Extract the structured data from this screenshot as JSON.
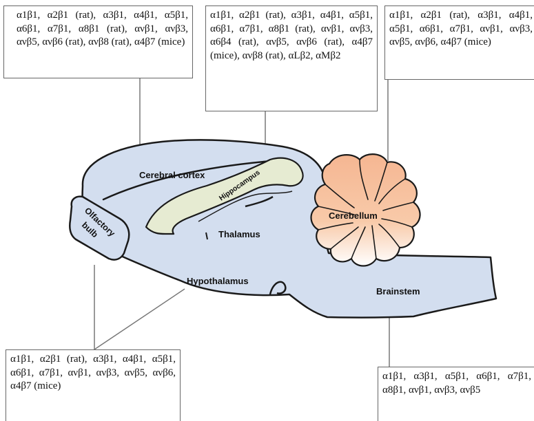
{
  "regions": {
    "cerebral_cortex": "Cerebral cortex",
    "hippocampus": "Hippocampus",
    "olfactory_bulb_line1": "Olfactory",
    "olfactory_bulb_line2": "bulb",
    "thalamus": "Thalamus",
    "cerebellum": "Cerebellum",
    "hypothalamus": "Hypothalamus",
    "brainstem": "Brainstem"
  },
  "boxes": {
    "cortex": "α1β1, α2β1 (rat), α3β1, α4β1, α5β1, α6β1, α7β1, α8β1 (rat), ανβ1, ανβ3, ανβ5, ανβ6 (rat), ανβ8 (rat), α4β7 (mice)",
    "hippocampus": "α1β1, α2β1 (rat), α3β1, α4β1, α5β1, α6β1, α7β1, α8β1 (rat), ανβ1, ανβ3, α6β4 (rat), ανβ5, ανβ6 (rat), α4β7 (mice), ανβ8 (rat), αLβ2, αMβ2",
    "cerebellum": "α1β1, α2β1 (rat), α3β1, α4β1, α5β1, α6β1, α7β1, ανβ1, ανβ3, ανβ5, ανβ6, α4β7 (mice)",
    "hypothalamus": "α1β1, α2β1 (rat), α3β1, α4β1, α5β1, α6β1, α7β1, ανβ1, ανβ3, ανβ5, ανβ6, α4β7 (mice)",
    "brainstem": "α1β1, α3β1, α5β1, α6β1, α7β1, α8β1, ανβ1, ανβ3, ανβ5"
  },
  "colors": {
    "brain_fill": "#d3deef",
    "outline": "#1a1a1a",
    "hippocampus_fill": "#e6ebd2",
    "cerebellum_top": "#f5b692",
    "cerebellum_bottom": "#ffffff",
    "leader_line": "#777777"
  }
}
